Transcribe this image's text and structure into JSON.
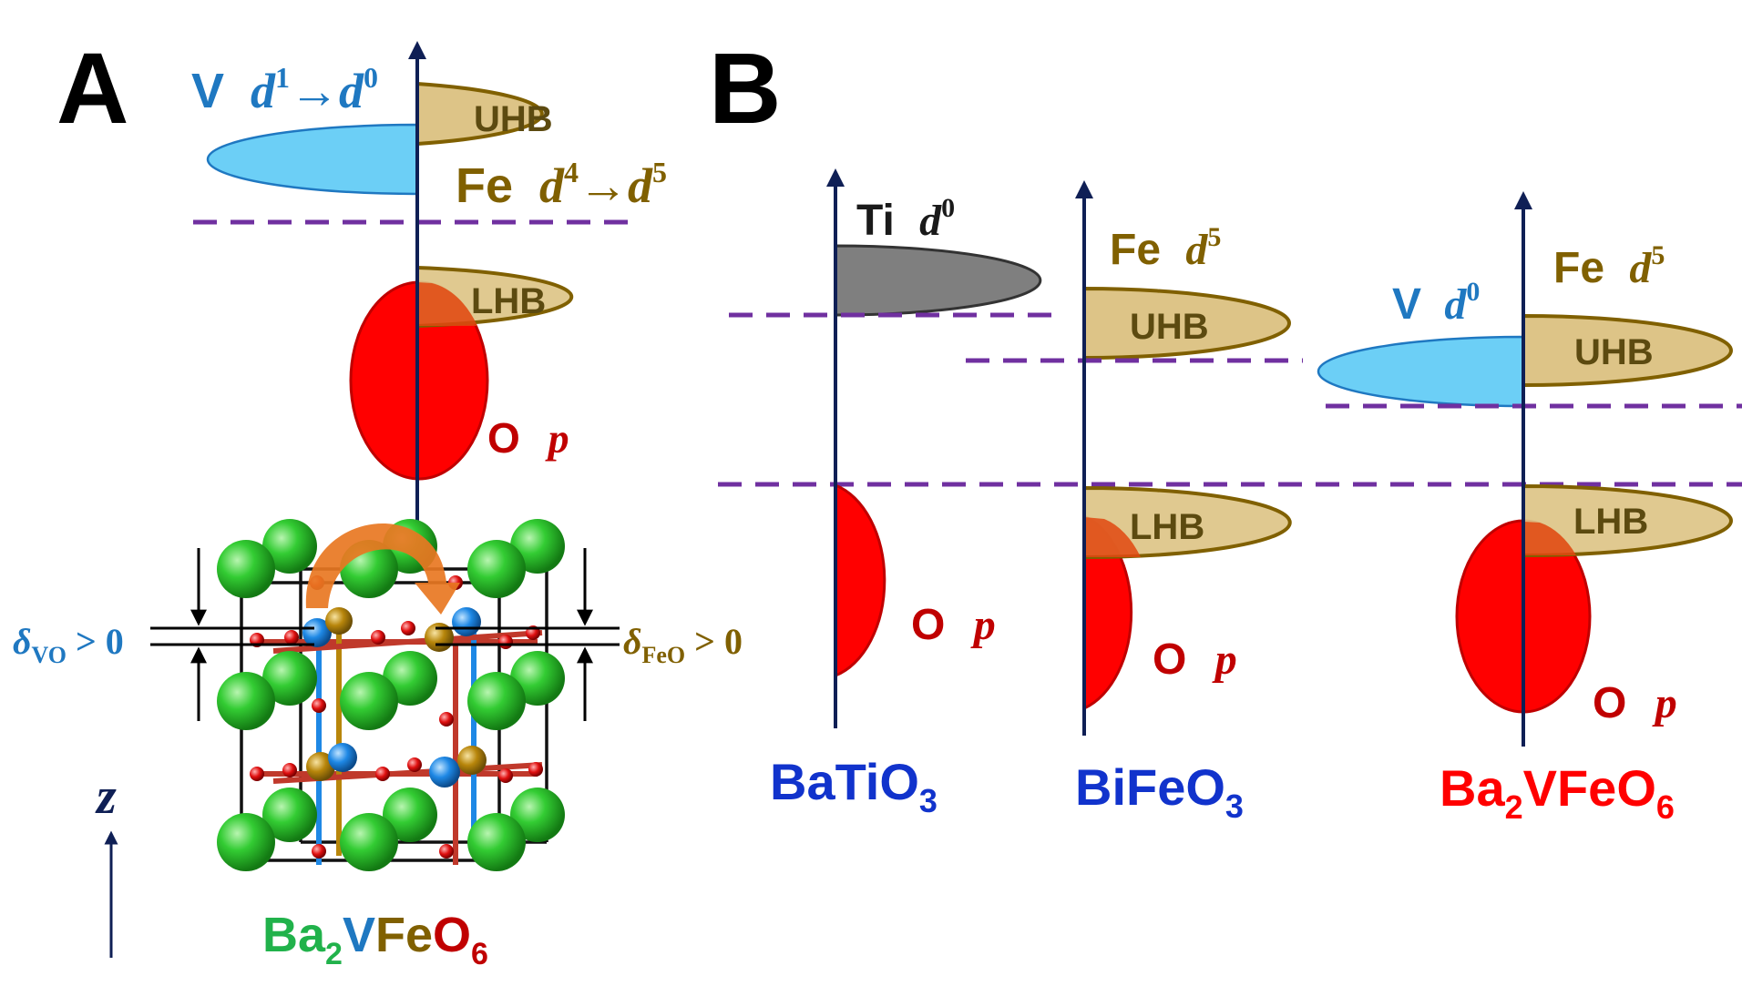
{
  "colors": {
    "axis": "#0f1f55",
    "dash": "#7030a0",
    "fe_gold": "#806000",
    "fe_fill": "#ddc487",
    "v_blue": "#1f78c1",
    "v_fill": "#6ccff6",
    "o_red": "#c00000",
    "o_fill": "#ff0000",
    "ti_fill": "#7f7f7f",
    "ba_green": "#21b24b",
    "label_blue": "#1133cc",
    "label_red": "#ff0000"
  },
  "panel_a": {
    "letter": "A",
    "v_label": {
      "element": "V",
      "orb": "d",
      "from_sup": "1",
      "arrow": "→",
      "to_orb": "d",
      "to_sup": "0"
    },
    "fe_label": {
      "element": "Fe",
      "orb": "d",
      "from_sup": "4",
      "arrow": "→",
      "to_orb": "d",
      "to_sup": "5"
    },
    "uhb": "UHB",
    "lhb": "LHB",
    "o_label": {
      "element": "O",
      "orb": "p"
    },
    "delta_vo": {
      "sym": "δ",
      "sub": "VO",
      "rest": " > 0"
    },
    "delta_feo": {
      "sym": "δ",
      "sub": "FeO",
      "rest": " > 0"
    },
    "z_label": "z",
    "formula": {
      "ba": "Ba",
      "ba_sub": "2",
      "v": "V",
      "fe": "Fe",
      "o": "O",
      "o_sub": "6"
    }
  },
  "panel_b": {
    "letter": "B",
    "batio3": {
      "ti_label": {
        "element": "Ti",
        "orb": "d",
        "sup": "0"
      },
      "o_label": {
        "element": "O",
        "orb": "p"
      },
      "name": {
        "main": "BaTiO",
        "sub": "3"
      }
    },
    "bifeo3": {
      "fe_label": {
        "element": "Fe",
        "orb": "d",
        "sup": "5"
      },
      "uhb": "UHB",
      "lhb": "LHB",
      "o_label": {
        "element": "O",
        "orb": "p"
      },
      "name": {
        "main": "BiFeO",
        "sub": "3"
      }
    },
    "ba2vfeo6": {
      "v_label": {
        "element": "V",
        "orb": "d",
        "sup": "0"
      },
      "fe_label": {
        "element": "Fe",
        "orb": "d",
        "sup": "5"
      },
      "uhb": "UHB",
      "lhb": "LHB",
      "o_label": {
        "element": "O",
        "orb": "p"
      },
      "name": {
        "ba": "Ba",
        "ba_sub": "2",
        "rest": "VFeO",
        "o_sub": "6"
      }
    }
  }
}
